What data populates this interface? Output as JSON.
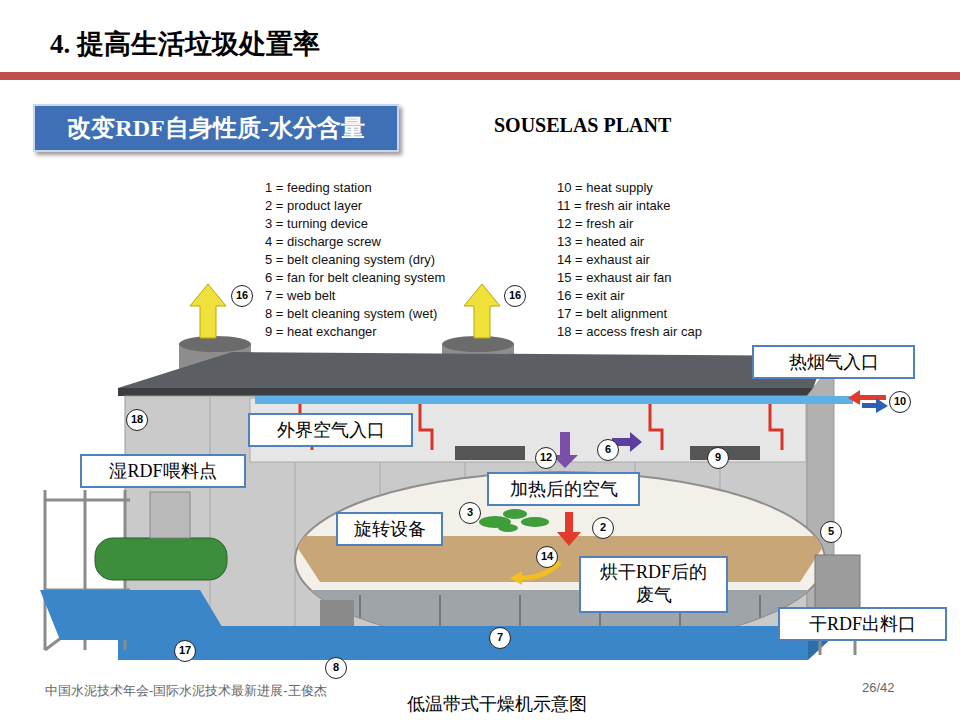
{
  "diagram": {
    "title": "4. 提高生活垃圾处置率",
    "caption": "低温带式干燥机示意图",
    "nodes": [
      {
        "text": [
          "改变RDF自身性质-水分含量"
        ]
      },
      {
        "text": [
          "热烟气入口"
        ]
      },
      {
        "text": [
          "外界空气入口"
        ]
      },
      {
        "text": [
          "湿RDF喂料点"
        ]
      },
      {
        "text": [
          "加热后的空气"
        ]
      },
      {
        "text": [
          "旋转设备"
        ]
      },
      {
        "text": [
          "烘干RDF后的 废气"
        ]
      },
      {
        "text": [
          "干RDF出料口"
        ]
      }
    ],
    "labels": [
      "SOUSELAS PLANT",
      "1 = feeding station",
      "2 = product layer",
      "3 = turning device",
      "4 = discharge screw",
      "5 = belt cleaning system (dry)",
      "6 = fan for belt cleaning system",
      "7 = web belt",
      "8 = belt cleaning system (wet)",
      "9 = heat exchanger",
      "10 = heat supply",
      "11 = fresh air intake",
      "12 = fresh air",
      "13 = heated air",
      "14 = exhaust air",
      "15 = exhaust air fan",
      "16 = exit air",
      "17 = belt alignment",
      "18 = access fresh air cap",
      "16",
      "16",
      "18",
      "10",
      "6",
      "12",
      "9",
      "3",
      "2",
      "14",
      "5",
      "17",
      "8",
      "7",
      "中国水泥技术年会-国际水泥技术最新进展-王俊杰",
      "26/42"
    ]
  }
}
